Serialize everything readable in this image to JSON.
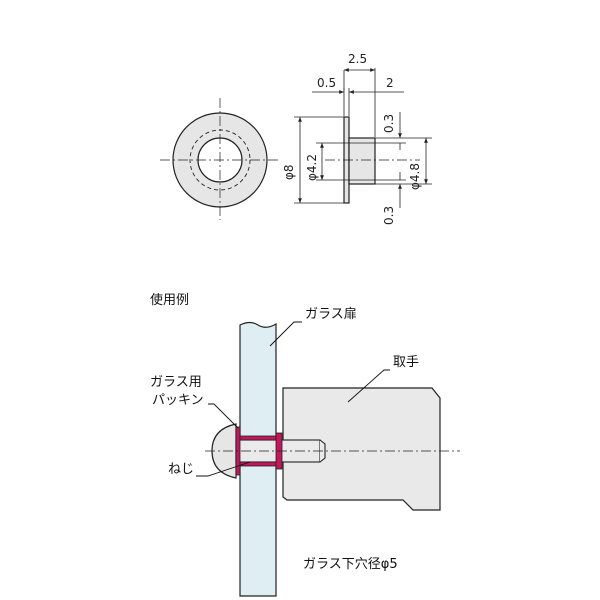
{
  "dimensions": {
    "d_2_5": "2.5",
    "d_0_5": "0.5",
    "d_2": "2",
    "d_0_3_top": "0.3",
    "d_0_3_bottom": "0.3",
    "d_phi8": "φ8",
    "d_phi4_2": "φ4.2",
    "d_phi4_8": "φ4.8"
  },
  "usage": {
    "title": "使用例",
    "glass_door": "ガラス扉",
    "handle": "取手",
    "packing_line1": "ガラス用",
    "packing_line2": "パッキン",
    "screw": "ねじ",
    "hole_note": "ガラス下穴径φ5"
  },
  "colors": {
    "packing": "#c2185b",
    "glass": "#dfeef3",
    "part": "#e6e6e6"
  }
}
